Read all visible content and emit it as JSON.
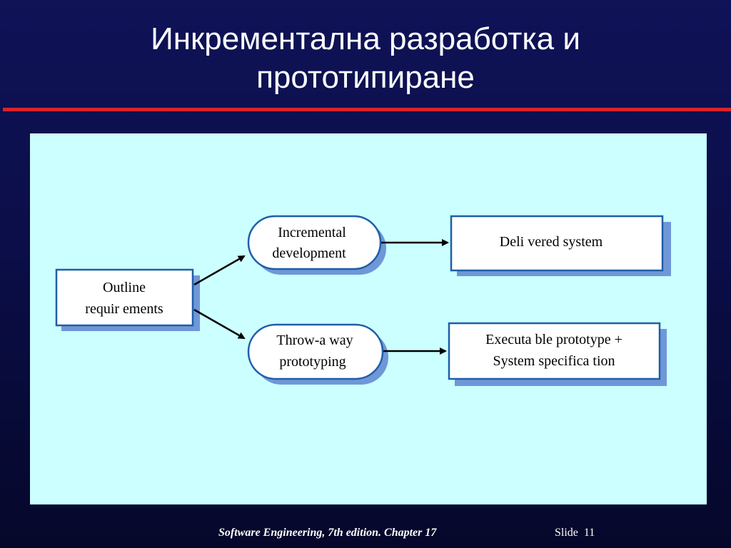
{
  "slide": {
    "title_line1": "Инкрементална разработка и",
    "title_line2": "прототипиране"
  },
  "diagram": {
    "outline": {
      "line1": "Outline",
      "line2": "requir ements"
    },
    "incremental": {
      "line1": "Incremental",
      "line2": "development"
    },
    "throwaway": {
      "line1": "Throw-a way",
      "line2": "prototyping"
    },
    "delivered": {
      "line1": "Deli vered system"
    },
    "executable": {
      "line1": "Executa ble prototype +",
      "line2": "System specifica tion"
    }
  },
  "footer": {
    "book": "Software Engineering, 7th edition. Chapter 17",
    "slide_label": "Slide",
    "slide_number": "11"
  },
  "colors": {
    "background": "#0b0e48",
    "title_rule": "#d9232d",
    "panel": "#ccffff",
    "node_fill": "#ffffff",
    "node_border": "#1f5ea8",
    "node_shadow": "#6f97d8"
  }
}
